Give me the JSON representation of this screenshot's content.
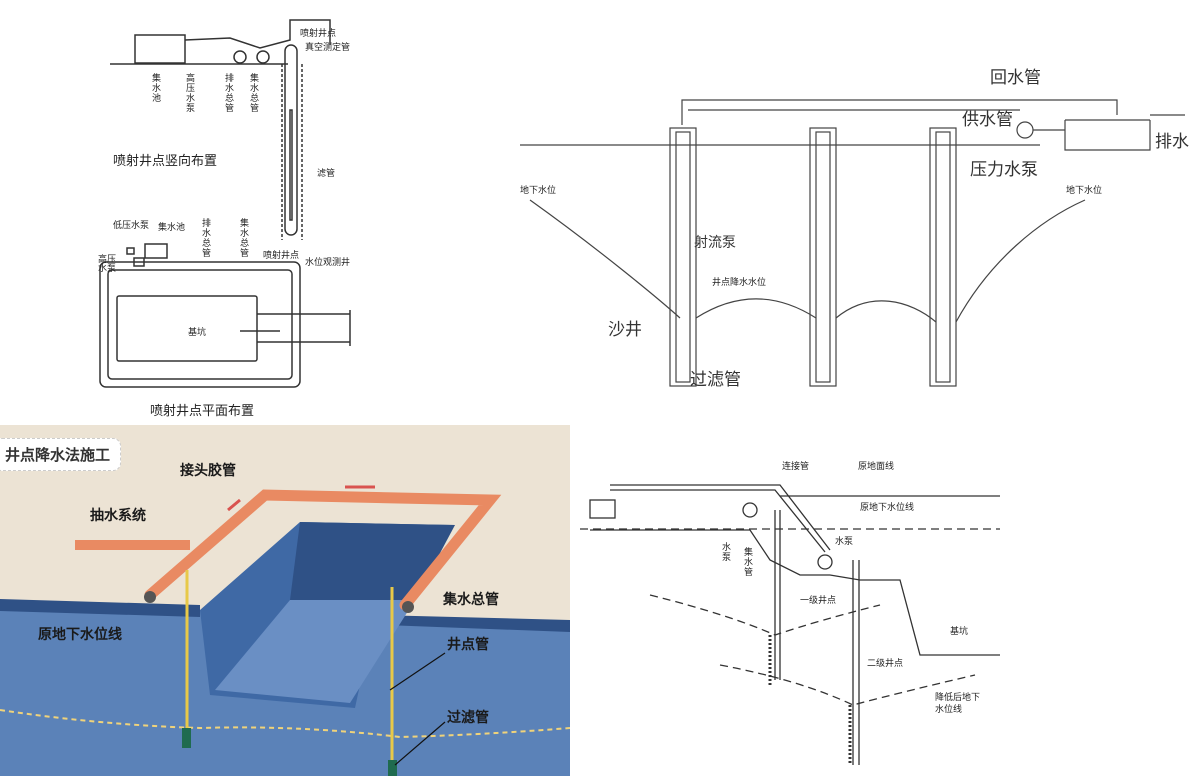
{
  "vertical_layout": {
    "title": "喷射井点竖向布置",
    "labels": {
      "jet_wellpoint": "喷射井点",
      "vacuum_tube": "真空测定管",
      "collect_pool": "集水池",
      "hp_pump": "高压水泵",
      "drain_main": "排水总管",
      "collect_main": "集水总管",
      "filter": "滤管"
    }
  },
  "plan_layout": {
    "title": "喷射井点平面布置",
    "labels": {
      "lp_pump": "低压水泵",
      "collect_pool": "集水池",
      "drain_main": "排水总管",
      "collect_main": "集水总管",
      "hp_pump": "高压水泵",
      "jet_wellpoint": "喷射井点",
      "obs_well": "水位观测井",
      "pit": "基坑"
    }
  },
  "jet_pump_section": {
    "labels": {
      "return_pipe": "回水管",
      "supply_pipe": "供水管",
      "pressure_pump": "压力水泵",
      "discharge": "排水",
      "gw_left": "地下水位",
      "gw_right": "地下水位",
      "jet_pump": "射流泵",
      "lowered_level": "井点降水水位",
      "sand_well": "沙井",
      "filter_pipe": "过滤管"
    }
  },
  "illustration": {
    "title": "井点降水法施工",
    "labels": {
      "hose": "接头胶管",
      "pumping": "抽水系统",
      "header": "集水总管",
      "orig_gw": "原地下水位线",
      "well_pipe": "井点管",
      "filter_pipe": "过滤管"
    },
    "colors": {
      "ground": "#ece3d4",
      "water": "#5b82b8",
      "pit_dark": "#2f5186",
      "pipe": "#e98a62",
      "well": "#e8c948",
      "filter": "#1f6b4f"
    }
  },
  "two_stage_section": {
    "labels": {
      "connector": "连接管",
      "orig_ground": "原地面线",
      "orig_gw": "原地下水位线",
      "pump2": "水泵",
      "pump1": "水泵",
      "collect_pipe": "集水管",
      "stage1": "一级井点",
      "pit": "基坑",
      "stage2": "二级井点",
      "lowered_gw": "降低后地下水位线"
    }
  }
}
